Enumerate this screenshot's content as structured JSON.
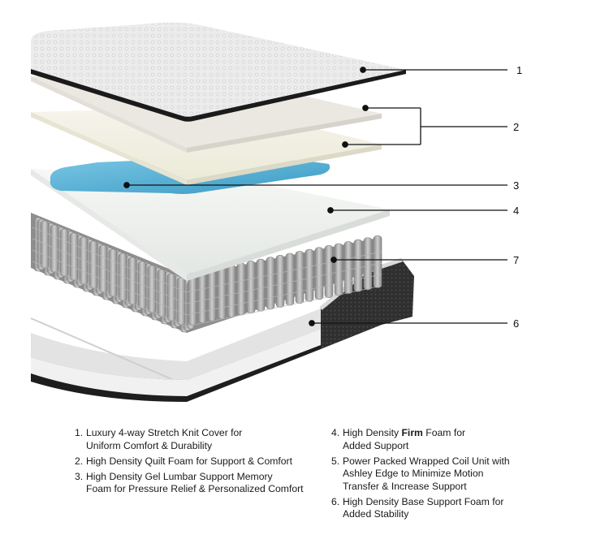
{
  "callouts": [
    {
      "number": "1"
    },
    {
      "number": "2"
    },
    {
      "number": "3"
    },
    {
      "number": "4"
    },
    {
      "number": "7"
    },
    {
      "number": "6"
    }
  ],
  "legend": {
    "left": [
      {
        "num": "1.",
        "lines": [
          "Luxury 4-way Stretch Knit Cover for",
          "Uniform Comfort & Durability"
        ]
      },
      {
        "num": "2.",
        "lines": [
          "High Density Quilt Foam for Support & Comfort"
        ]
      },
      {
        "num": "3.",
        "lines": [
          "High Density Gel Lumbar Support Memory",
          "Foam for Pressure Relief & Personalized Comfort"
        ]
      }
    ],
    "right": [
      {
        "num": "4.",
        "line1_pre": "High Density ",
        "line1_bold": "Firm",
        "line1_post": " Foam for",
        "line2": "Added Support"
      },
      {
        "num": "5.",
        "lines": [
          "Power Packed Wrapped Coil Unit with",
          "Ashley Edge to Minimize Motion",
          "Transfer & Increase Support"
        ]
      },
      {
        "num": "6.",
        "lines": [
          "High Density Base Support Foam for",
          "Added Stability"
        ]
      }
    ]
  },
  "colors": {
    "cover": "#e9e9e9",
    "cover_edge": "#1b1b1b",
    "quilt_foam": "#efece1",
    "gel_memory_foam": "#5bb3d6",
    "firm_foam": "#eceeea",
    "coils": "#9b9b9b",
    "base_fabric": "#3a3a3a",
    "leader_line": "#111111"
  }
}
